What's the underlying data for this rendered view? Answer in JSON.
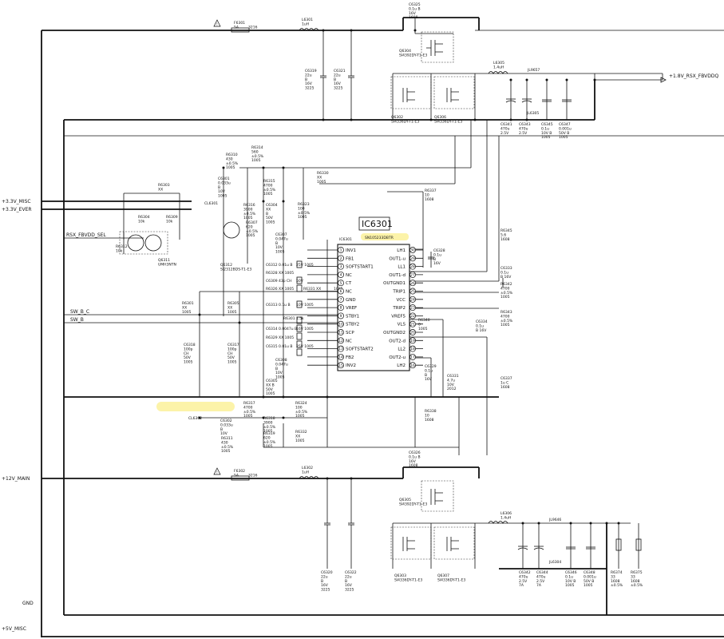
{
  "ic": {
    "name": "IC6301",
    "ref": "IC6301",
    "part": "SN105233DBTR",
    "left_pins": [
      {
        "num": "1",
        "label": "INV1"
      },
      {
        "num": "2",
        "label": "FB1"
      },
      {
        "num": "3",
        "label": "SOFTSTART1"
      },
      {
        "num": "4",
        "label": "NC"
      },
      {
        "num": "5",
        "label": "CT"
      },
      {
        "num": "6",
        "label": "NC"
      },
      {
        "num": "7",
        "label": "GND"
      },
      {
        "num": "8",
        "label": "VREF"
      },
      {
        "num": "9",
        "label": "STBY1"
      },
      {
        "num": "10",
        "label": "STBY2"
      },
      {
        "num": "11",
        "label": "SCP"
      },
      {
        "num": "12",
        "label": "NC"
      },
      {
        "num": "13",
        "label": "SOFTSTART2"
      },
      {
        "num": "14",
        "label": "FB2"
      },
      {
        "num": "15",
        "label": "INV2"
      }
    ],
    "right_pins": [
      {
        "num": "30",
        "label": "LH1"
      },
      {
        "num": "29",
        "label": "OUT1-u"
      },
      {
        "num": "28",
        "label": "LL1"
      },
      {
        "num": "27",
        "label": "OUT1-d"
      },
      {
        "num": "26",
        "label": "OUTGND1"
      },
      {
        "num": "25",
        "label": "TRIP1"
      },
      {
        "num": "24",
        "label": "VCC"
      },
      {
        "num": "23",
        "label": "TRIP2"
      },
      {
        "num": "22",
        "label": "VREF5"
      },
      {
        "num": "21",
        "label": "VLS"
      },
      {
        "num": "20",
        "label": "OUTGND2"
      },
      {
        "num": "19",
        "label": "OUT2-d"
      },
      {
        "num": "18",
        "label": "LL2"
      },
      {
        "num": "17",
        "label": "OUT2-u"
      },
      {
        "num": "16",
        "label": "LH2"
      }
    ]
  },
  "nets": {
    "v33_misc": "+3.3V_MISC",
    "v33_ever": "+3.3V_EVER",
    "rsx_fbvdd_sel": "RSX_FBVDD_SEL",
    "sw_bc": "SW_B_C",
    "sw_b": "SW_B",
    "v12_main": "+12V_MAIN",
    "gnd": "GND",
    "v5_misc": "+5V_MISC",
    "v18_out": "+1.8V_RSX_FBVDDQ"
  },
  "parts_top": [
    {
      "ref": "F6301",
      "lines": [
        "5A"
      ],
      "code": "3216"
    },
    {
      "ref": "L6301",
      "lines": [
        "1uH"
      ]
    },
    {
      "ref": "C6325",
      "lines": [
        "0.1u B",
        "16V",
        "1608"
      ]
    },
    {
      "ref": "Q6304",
      "lines": [
        "SI4392DY-T1-E3"
      ]
    },
    {
      "ref": "L6305",
      "lines": [
        "1.4uH"
      ]
    },
    {
      "ref": "JL9657",
      "lines": []
    },
    {
      "ref": "C6319",
      "lines": [
        "22u",
        "B",
        "16V",
        "3225"
      ]
    },
    {
      "ref": "C6321",
      "lines": [
        "22u",
        "B",
        "16V",
        "3225"
      ]
    },
    {
      "ref": "Q6302",
      "lines": [
        "SI4336DY-T1-E3"
      ]
    },
    {
      "ref": "Q6306",
      "lines": [
        "SI4336DY-T1-E3"
      ]
    },
    {
      "ref": "JL6305",
      "lines": []
    },
    {
      "ref": "C6341",
      "lines": [
        "470u",
        "2.5V"
      ]
    },
    {
      "ref": "C6343",
      "lines": [
        "470u",
        "2.5V"
      ]
    },
    {
      "ref": "C6345",
      "lines": [
        "0.1u",
        "10V B",
        "1005"
      ]
    },
    {
      "ref": "C6347",
      "lines": [
        "0.001u",
        "50V B",
        "1005"
      ]
    }
  ],
  "parts_mid": [
    {
      "ref": "R6310",
      "lines": [
        "430",
        "±0.5%",
        "1005"
      ]
    },
    {
      "ref": "R6314",
      "lines": [
        "560",
        "±0.5%",
        "1005"
      ]
    },
    {
      "ref": "C6301",
      "lines": [
        "0.033u",
        "B",
        "10V",
        "1005"
      ]
    },
    {
      "ref": "R6315",
      "lines": [
        "4700",
        "±0.5%",
        "1005"
      ]
    },
    {
      "ref": "R6330",
      "lines": [
        "XX",
        "1005"
      ]
    },
    {
      "ref": "R6303",
      "lines": [
        "XX"
      ]
    },
    {
      "ref": "CL6301",
      "lines": []
    },
    {
      "ref": "R6316",
      "lines": [
        "3900",
        "±0.5%",
        "1005"
      ]
    },
    {
      "ref": "C6304",
      "lines": [
        "XX",
        "B",
        "50V",
        "1005"
      ]
    },
    {
      "ref": "R6323",
      "lines": [
        "100",
        "±0.5%",
        "1005"
      ]
    },
    {
      "ref": "R6304",
      "lines": [
        "10k"
      ]
    },
    {
      "ref": "R6309",
      "lines": [
        "10k"
      ]
    },
    {
      "ref": "R6307",
      "lines": [
        "620",
        "±0.5%",
        "1005"
      ]
    },
    {
      "ref": "R6312",
      "lines": [
        "10k"
      ]
    },
    {
      "ref": "Q6311",
      "lines": [
        "UMH3NTN"
      ]
    },
    {
      "ref": "C6307",
      "lines": [
        "0.047u",
        "B",
        "10V",
        "1005"
      ]
    },
    {
      "ref": "Q6312",
      "lines": [
        "SI2312BDS-T1-E3"
      ]
    },
    {
      "ref": "R6337",
      "lines": [
        "10",
        "1608"
      ]
    },
    {
      "ref": "R6345",
      "lines": [
        "5.6",
        "1608"
      ]
    },
    {
      "ref": "C6328",
      "lines": [
        "0.1u",
        "B",
        "16V"
      ]
    },
    {
      "ref": "C6333",
      "lines": [
        "0.1u",
        "B 16V"
      ]
    },
    {
      "ref": "R6342",
      "lines": [
        "4700",
        "±0.5%",
        "1005"
      ]
    },
    {
      "ref": "C6334",
      "lines": [
        "0.1u",
        "B 16V"
      ]
    },
    {
      "ref": "R6343",
      "lines": [
        "4700",
        "±0.5%",
        "1005"
      ]
    },
    {
      "ref": "R6301",
      "lines": [
        "XX",
        "1005"
      ]
    },
    {
      "ref": "R6305",
      "lines": [
        "XX",
        "1005"
      ]
    },
    {
      "ref": "C6318",
      "lines": [
        "100p",
        "CH",
        "50V",
        "1005"
      ]
    },
    {
      "ref": "C6317",
      "lines": [
        "100p",
        "CH",
        "50V",
        "1005"
      ]
    },
    {
      "ref": "R6340",
      "lines": [
        "0",
        "1005"
      ]
    },
    {
      "ref": "C6329",
      "lines": [
        "0.1u",
        "B",
        "16V"
      ]
    },
    {
      "ref": "C6331",
      "lines": [
        "4.7u",
        "10V",
        "2012"
      ]
    },
    {
      "ref": "C6337",
      "lines": [
        "1u C",
        "1608"
      ]
    },
    {
      "ref": "C6308",
      "lines": [
        "0.047u",
        "B",
        "10V",
        "1005"
      ]
    },
    {
      "ref": "C6305",
      "lines": [
        "XX B",
        "50V",
        "1005"
      ]
    },
    {
      "ref": "R6317",
      "lines": [
        "4700",
        "±0.5%",
        "1005"
      ]
    },
    {
      "ref": "R6324",
      "lines": [
        "100",
        "±0.5%",
        "1005"
      ]
    },
    {
      "ref": "CL6302",
      "lines": []
    },
    {
      "ref": "C6302",
      "lines": [
        "0.033u",
        "B",
        "10V"
      ]
    },
    {
      "ref": "R6318",
      "lines": [
        "3900",
        "±0.5%",
        "1005"
      ]
    },
    {
      "ref": "R6319",
      "lines": [
        "620",
        "±0.5%",
        "1005"
      ]
    },
    {
      "ref": "R6311",
      "lines": [
        "430",
        "±0.5%",
        "1005"
      ]
    },
    {
      "ref": "R6332",
      "lines": [
        "XX",
        "1005"
      ]
    },
    {
      "ref": "R6338",
      "lines": [
        "10",
        "1608"
      ]
    }
  ],
  "inline_parts": [
    {
      "ref": "C6312",
      "value": "0.01u B",
      "extra": "25V 1005"
    },
    {
      "ref": "R6328",
      "value": "XX 1005",
      "extra": ""
    },
    {
      "ref": "C6309",
      "value": "43p CH",
      "extra": "50V"
    },
    {
      "ref": "R6326",
      "value": "XX 1005",
      "extra": ""
    },
    {
      "ref": "R6331",
      "value": "XX",
      "extra": "1005"
    },
    {
      "ref": "C6313",
      "value": "0.1u B",
      "extra": "10V 1005"
    },
    {
      "ref": "R6301b",
      "value": "1.5k",
      "extra": ""
    },
    {
      "ref": "C6314",
      "value": "0.0047u B",
      "extra": "16V 1005"
    },
    {
      "ref": "R6329",
      "value": "XX 1005",
      "extra": ""
    },
    {
      "ref": "C6315",
      "value": "0.01u B",
      "extra": "25V 1005"
    }
  ],
  "parts_bot": [
    {
      "ref": "F6302",
      "lines": [
        "5A"
      ],
      "code": "3216"
    },
    {
      "ref": "L6302",
      "lines": [
        "1uH"
      ]
    },
    {
      "ref": "C6326",
      "lines": [
        "0.1u B",
        "16V",
        "1608"
      ]
    },
    {
      "ref": "Q6305",
      "lines": [
        "SI4392DY-T1-E3"
      ]
    },
    {
      "ref": "L6306",
      "lines": [
        "1.4uH"
      ]
    },
    {
      "ref": "JL9646",
      "lines": []
    },
    {
      "ref": "JL6304",
      "lines": []
    },
    {
      "ref": "C6320",
      "lines": [
        "22u",
        "B",
        "16V",
        "3225"
      ]
    },
    {
      "ref": "C6322",
      "lines": [
        "22u",
        "B",
        "16V",
        "3225"
      ]
    },
    {
      "ref": "Q6303",
      "lines": [
        "SI4336DY-T1-E3"
      ]
    },
    {
      "ref": "Q6307",
      "lines": [
        "SI4336DY-T1-E3"
      ]
    },
    {
      "ref": "C6342",
      "lines": [
        "470u",
        "2.5V",
        "7A"
      ]
    },
    {
      "ref": "C6344",
      "lines": [
        "470u",
        "2.5V",
        "7A"
      ]
    },
    {
      "ref": "C6346",
      "lines": [
        "0.1u",
        "10V B",
        "1005"
      ]
    },
    {
      "ref": "C6348",
      "lines": [
        "0.001u",
        "50V B",
        "1005"
      ]
    },
    {
      "ref": "R6374",
      "lines": [
        "33",
        "1608",
        "±0.5%"
      ]
    },
    {
      "ref": "R6375",
      "lines": [
        "33",
        "1608",
        "±0.5%"
      ]
    }
  ]
}
